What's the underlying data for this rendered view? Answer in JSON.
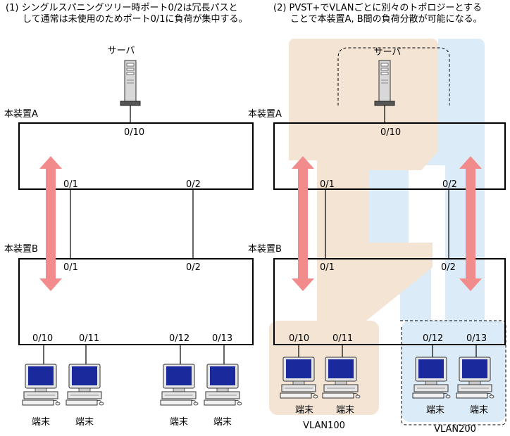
{
  "left_panel": {
    "caption_line1": "(1) シングルスパニングツリー時ポート0/2は冗長パスと",
    "caption_line2": "して通常は未使用のためポート0/1に負荷が集中する。",
    "server_label": "サーバ",
    "device_a_label": "本装置A",
    "device_b_label": "本装置B",
    "port_a_uplink": "0/10",
    "port_a_1": "0/1",
    "port_a_2": "0/2",
    "port_b_1": "0/1",
    "port_b_2": "0/2",
    "port_b_10": "0/10",
    "port_b_11": "0/11",
    "port_b_12": "0/12",
    "port_b_13": "0/13",
    "terminal_labels": [
      "端末",
      "端末",
      "端末",
      "端末"
    ]
  },
  "right_panel": {
    "caption_line1": "(2) PVST+でVLANごとに別々のトポロジーとする",
    "caption_line2": "ことで本装置A, B間の負荷分散が可能になる。",
    "server_label": "サーバ",
    "device_a_label": "本装置A",
    "device_b_label": "本装置B",
    "port_a_uplink": "0/10",
    "port_a_1": "0/1",
    "port_a_2": "0/2",
    "port_b_1": "0/1",
    "port_b_2": "0/2",
    "port_b_10": "0/10",
    "port_b_11": "0/11",
    "port_b_12": "0/12",
    "port_b_13": "0/13",
    "terminal_labels": [
      "端末",
      "端末",
      "端末",
      "端末"
    ],
    "vlan100_label": "VLAN100",
    "vlan200_label": "VLAN200"
  },
  "colors": {
    "vlan100_fill": "#f4e4d4",
    "vlan200_fill": "#dcebf8",
    "arrow": "#f28b8b",
    "monitor_screen": "#1a2a9c"
  }
}
